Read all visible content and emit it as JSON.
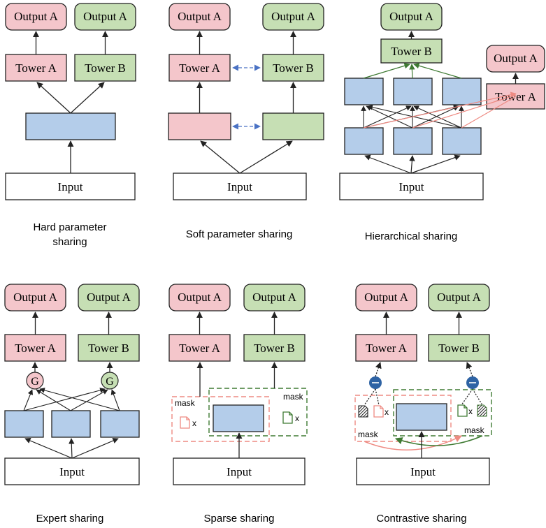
{
  "common": {
    "output_a": "Output A",
    "tower_a": "Tower A",
    "tower_b": "Tower B",
    "input": "Input",
    "gate": "G",
    "mask": "mask",
    "x": "x"
  },
  "captions": {
    "hard_line1": "Hard parameter",
    "hard_line2": "sharing",
    "soft": "Soft parameter sharing",
    "hier": "Hierarchical sharing",
    "expert": "Expert sharing",
    "sparse": "Sparse sharing",
    "contrastive": "Contrastive sharing"
  },
  "colors": {
    "pink_fill": "#f4c6cb",
    "green_fill": "#c6dfb4",
    "blue_fill": "#b4cdea",
    "border": "#222222",
    "pink_dash": "#ee8a82",
    "green_dash": "#3e7a32",
    "blue_arrow": "#4a72c4",
    "node_blue": "#2e63a4"
  }
}
